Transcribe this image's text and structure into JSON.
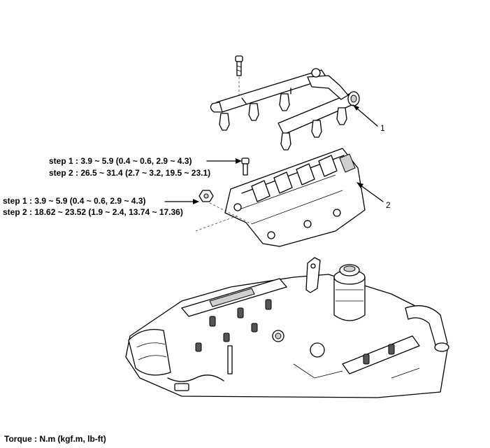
{
  "labels": {
    "bolt_step1": "step 1 : 3.9 ~ 5.9 (0.4 ~ 0.6, 2.9 ~ 4.3)",
    "bolt_step2": "step 2 : 26.5 ~ 31.4 (2.7 ~ 3.2, 19.5 ~ 23.1)",
    "nut_step1": "step 1 : 3.9 ~ 5.9 (0.4 ~ 0.6, 2.9 ~ 4.3)",
    "nut_step2": "step 2 : 18.62 ~ 23.52 (1.9 ~ 2.4, 13.74 ~ 17.36)",
    "callout_1": "1",
    "callout_2": "2",
    "torque_units": "Torque : N.m (kgf.m, lb-ft)"
  }
}
